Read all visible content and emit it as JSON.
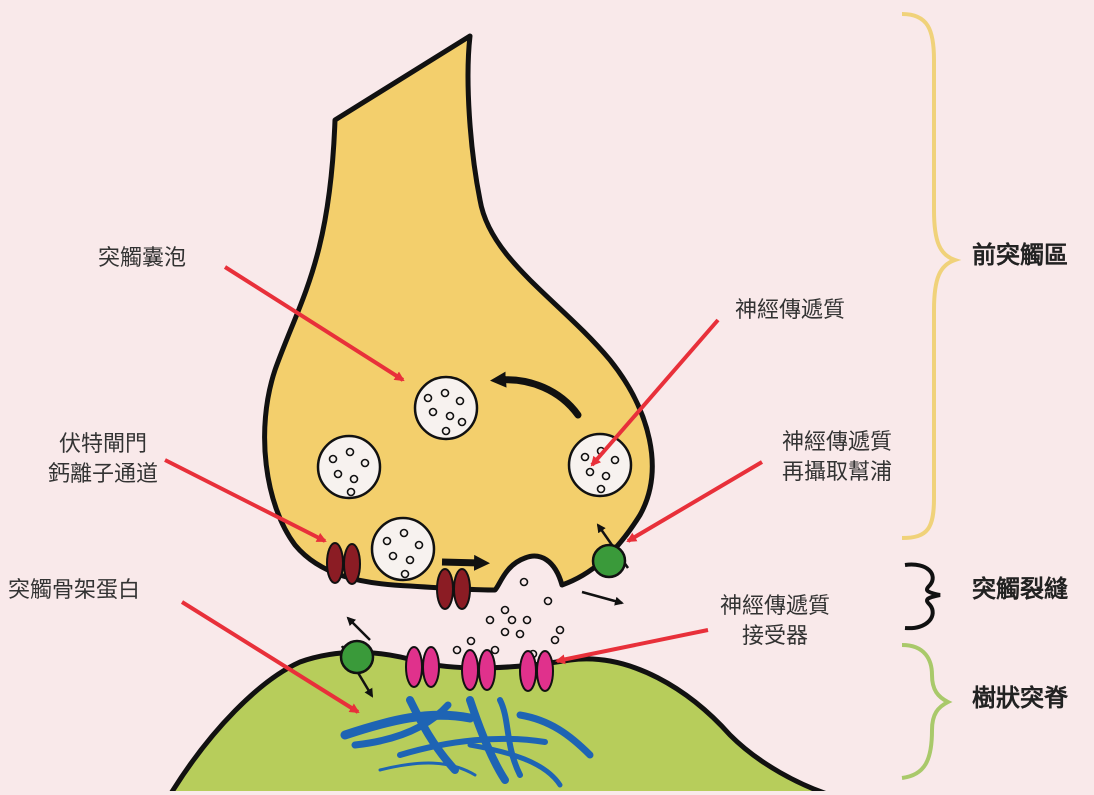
{
  "labels": {
    "synaptic_vesicle": "突觸囊泡",
    "neurotransmitter": "神經傳遞質",
    "vgcc_line1": "伏特閘門",
    "vgcc_line2": "鈣離子通道",
    "reuptake_line1": "神經傳遞質",
    "reuptake_line2": "再攝取幫浦",
    "cytoskeleton": "突觸骨架蛋白",
    "receptor_line1": "神經傳遞質",
    "receptor_line2": "接受器"
  },
  "regions": {
    "presynaptic": "前突觸區",
    "cleft": "突觸裂縫",
    "spine": "樹狀突脊"
  },
  "colors": {
    "background": "#f9e9ea",
    "presynaptic_fill": "#f3cf6c",
    "dendrite_fill": "#b7cd5b",
    "pointer_arrow": "#e8303a",
    "vgcc_channel": "#8b1c24",
    "receptor": "#e0318c",
    "reuptake_pump": "#3a9a3a",
    "cytoskeleton": "#1e64b4",
    "brace_presynaptic": "#f0d27a",
    "brace_cleft": "#111111",
    "brace_spine": "#a9c96a"
  }
}
